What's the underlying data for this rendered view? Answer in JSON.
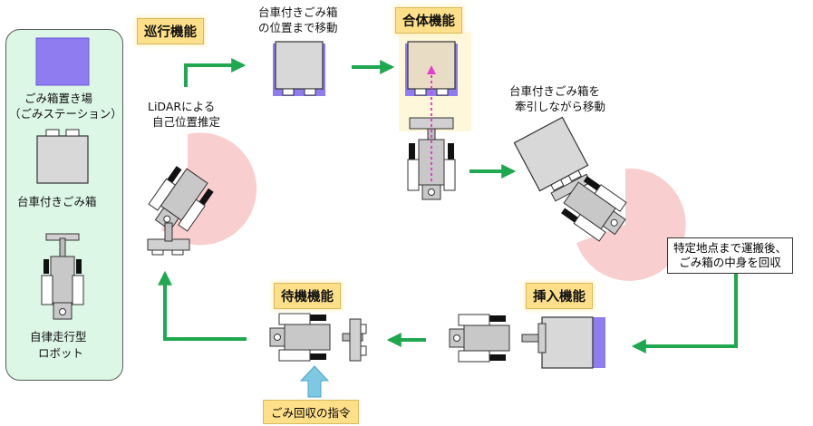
{
  "legend": {
    "station_label_1": "ごみ箱置き場",
    "station_label_2": "（ごみステーション）",
    "cart_label": "台車付きごみ箱",
    "robot_label_1": "自律走行型",
    "robot_label_2": "ロボット"
  },
  "stages": {
    "patrol_title": "巡行機能",
    "dock_title": "合体機能",
    "insert_title": "挿入機能",
    "standby_title": "待機機能"
  },
  "notes": {
    "move_to_cart_1": "台車付きごみ箱",
    "move_to_cart_2": "の位置まで移動",
    "lidar_1": "LiDARによる",
    "lidar_2": "自己位置推定",
    "tow_1": "台車付きごみ箱を",
    "tow_2": "牽引しながら移動",
    "collect_1": "特定地点まで運搬後、",
    "collect_2": "ごみ箱の中身を回収",
    "command": "ごみ回収の指令"
  },
  "colors": {
    "flow_arrow": "#1fa84f",
    "cart_gray": "#d8d8d8",
    "station_purple": "#8f7cf0",
    "robot_body": "#c8c8c8",
    "sensor_pink": "#f8c6c6",
    "title_yellow": "#ffe08a",
    "panel_green": "#dcf7e6",
    "command_arrow": "#7ec8e3",
    "path_magenta": "#e23fd0"
  }
}
